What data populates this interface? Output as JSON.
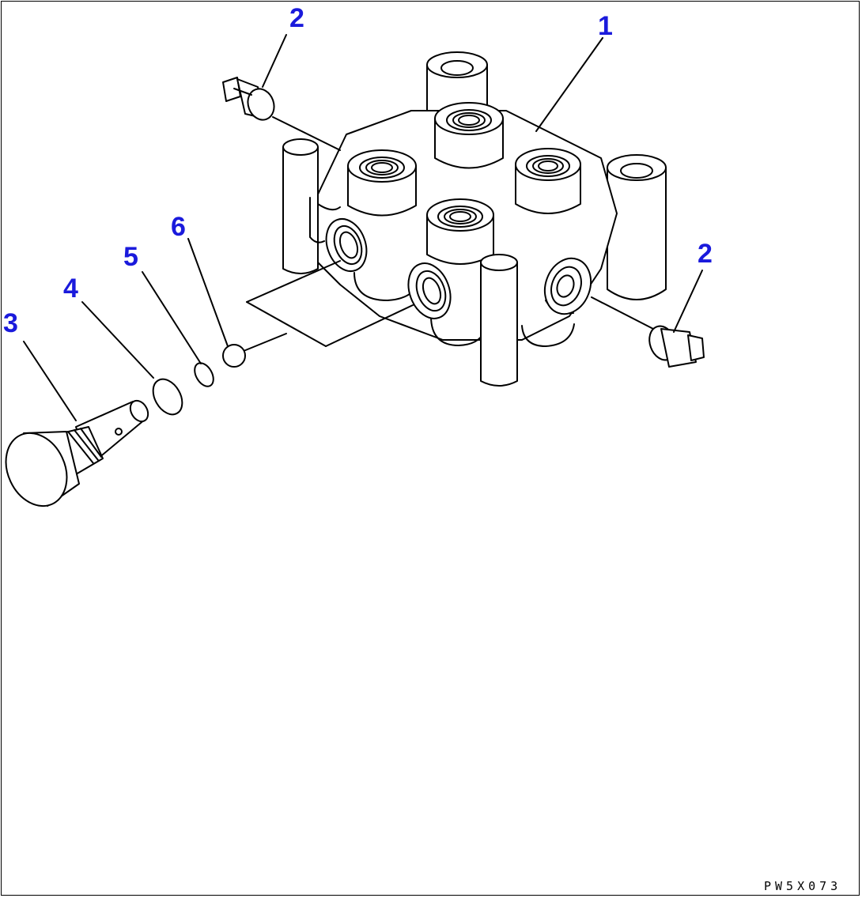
{
  "diagram": {
    "callouts": {
      "c1": "1",
      "c2a": "2",
      "c2b": "2",
      "c3": "3",
      "c4": "4",
      "c5": "5",
      "c6": "6"
    },
    "drawing_code": "PW5X073",
    "label_color": "#1a1adc",
    "line_color": "#000000"
  }
}
